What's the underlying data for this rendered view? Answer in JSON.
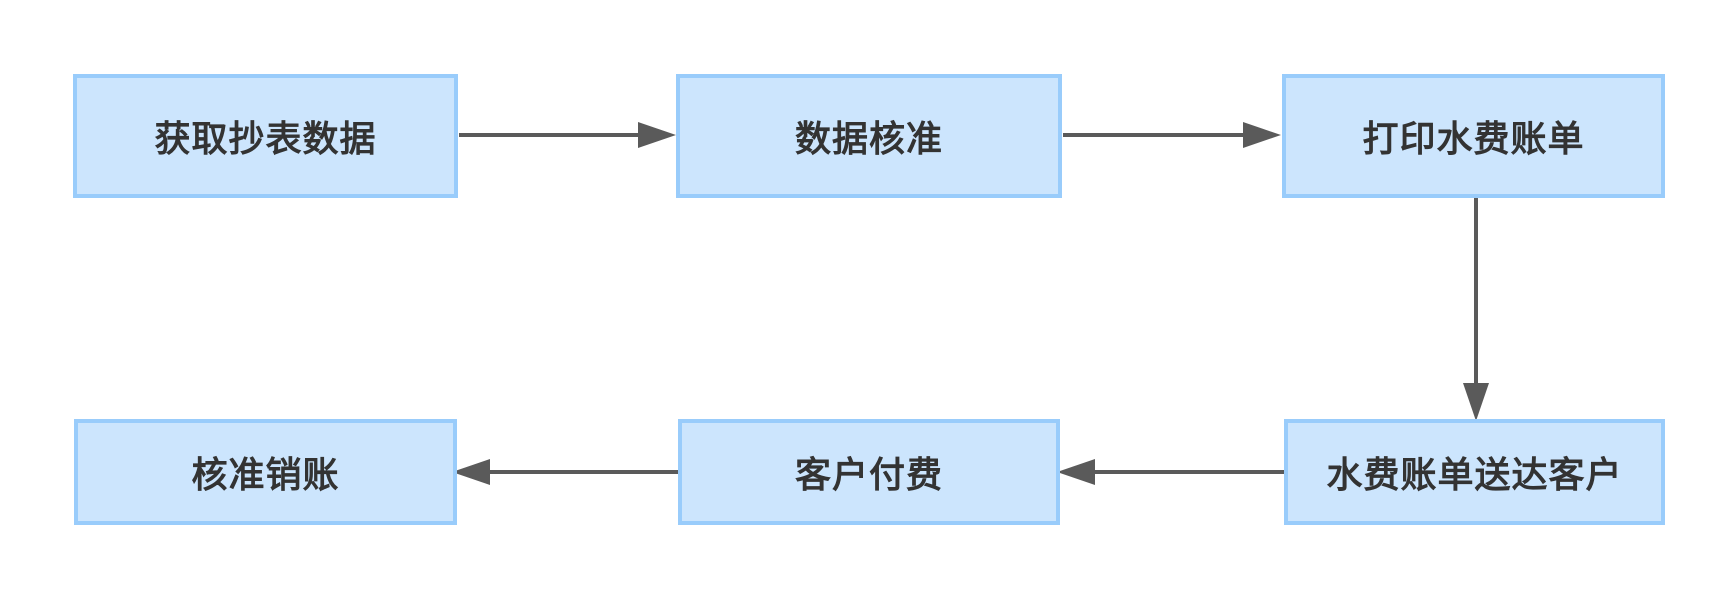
{
  "diagram": {
    "type": "flowchart",
    "colors": {
      "node_fill": "#cce5fd",
      "node_border": "#99ccfb",
      "node_text": "#333333",
      "edge": "#5a5a5a",
      "background": "#ffffff"
    },
    "nodes": [
      {
        "id": "n1",
        "label": "获取抄表数据"
      },
      {
        "id": "n2",
        "label": "数据核准"
      },
      {
        "id": "n3",
        "label": "打印水费账单"
      },
      {
        "id": "n4",
        "label": "水费账单送达客户"
      },
      {
        "id": "n5",
        "label": "客户付费"
      },
      {
        "id": "n6",
        "label": "核准销账"
      }
    ],
    "edges": [
      {
        "from": "n1",
        "to": "n2"
      },
      {
        "from": "n2",
        "to": "n3"
      },
      {
        "from": "n3",
        "to": "n4"
      },
      {
        "from": "n4",
        "to": "n5"
      },
      {
        "from": "n5",
        "to": "n6"
      }
    ]
  }
}
